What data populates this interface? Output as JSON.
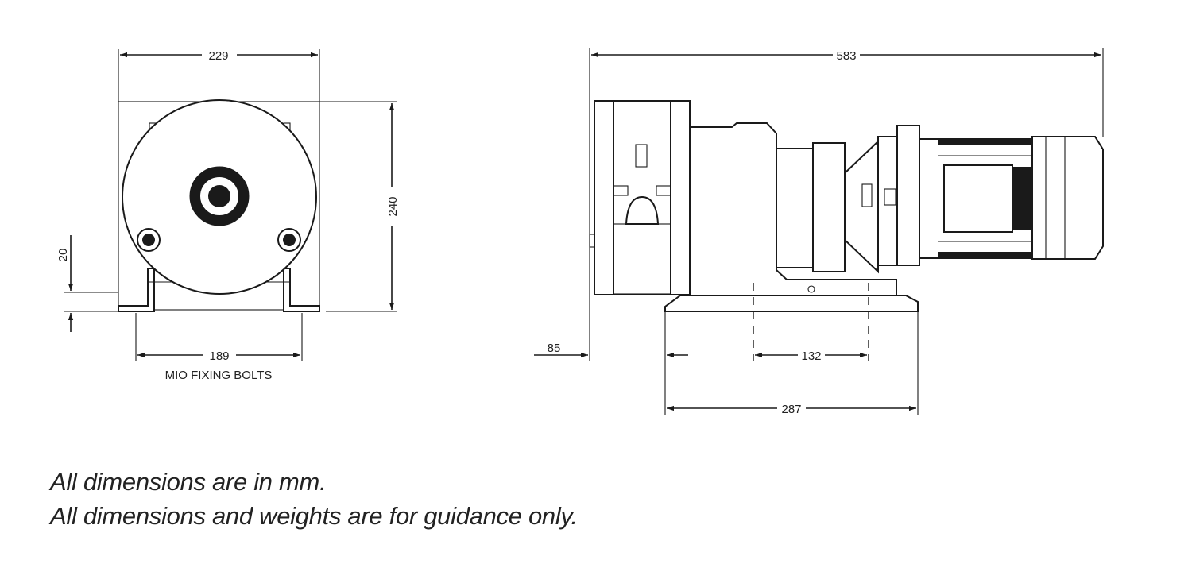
{
  "front_view": {
    "width_dim": "229",
    "height_dim": "240",
    "foot_height_dim": "20",
    "bolt_spacing_dim": "189",
    "bolt_caption": "MIO FIXING BOLTS"
  },
  "side_view": {
    "length_dim": "583",
    "offset_dim": "85",
    "slot_dim": "132",
    "base_dim": "287"
  },
  "notes": {
    "line1": "All dimensions are in mm.",
    "line2": "All dimensions and weights are for guidance only."
  },
  "colors": {
    "ink": "#1a1a1a",
    "background": "#ffffff"
  }
}
